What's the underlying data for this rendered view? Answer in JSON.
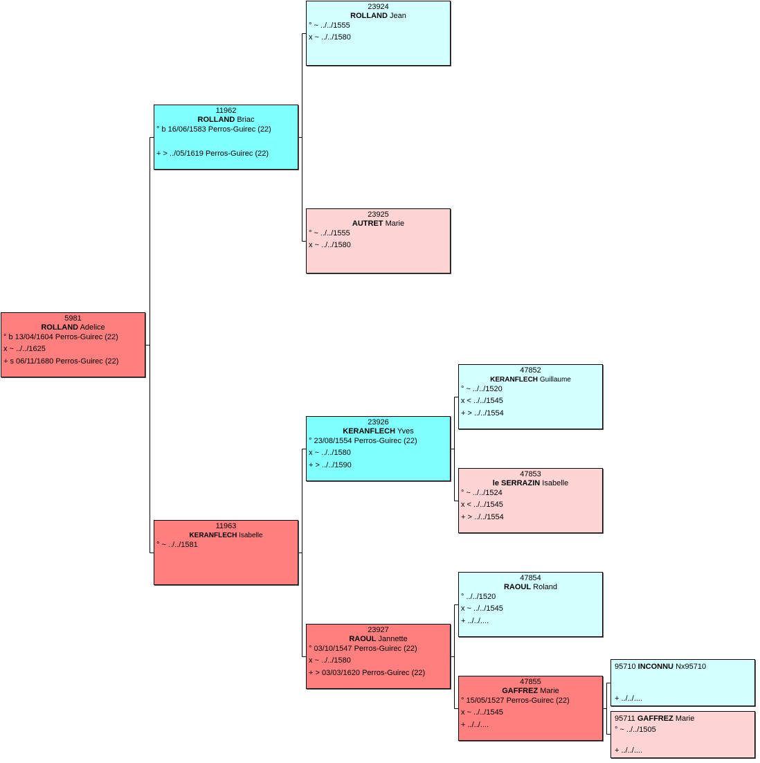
{
  "persons": {
    "p5981": {
      "num": "5981",
      "surname": "ROLLAND",
      "given": "Adelice",
      "birth": "° b 13/04/1604 Perros-Guirec (22)",
      "marriage": "x ~ ../../1625",
      "death": "+ s 06/11/1680 Perros-Guirec (22)"
    },
    "p11962": {
      "num": "11962",
      "surname": "ROLLAND",
      "given": "Briac",
      "birth": "° b 16/06/1583 Perros-Guirec (22)",
      "death": "+ > ../05/1619 Perros-Guirec (22)"
    },
    "p11963": {
      "num": "11963",
      "surname": "KERANFLECH",
      "given": "Isabelle",
      "birth": "° ~ ../../1581"
    },
    "p23924": {
      "num": "23924",
      "surname": "ROLLAND",
      "given": "Jean",
      "birth": "° ~ ../../1555",
      "marriage": "x ~ ../../1580"
    },
    "p23925": {
      "num": "23925",
      "surname": "AUTRET",
      "given": "Marie",
      "birth": "° ~ ../../1555",
      "marriage": "x ~ ../../1580"
    },
    "p23926": {
      "num": "23926",
      "surname": "KERANFLECH",
      "given": "Yves",
      "birth": "° 23/08/1554 Perros-Guirec (22)",
      "marriage": "x ~ ../../1580",
      "death": "+ > ../../1590"
    },
    "p23927": {
      "num": "23927",
      "surname": "RAOUL",
      "given": "Jannette",
      "birth": "° 03/10/1547 Perros-Guirec (22)",
      "marriage": "x ~ ../../1580",
      "death": "+ > 03/03/1620 Perros-Guirec (22)"
    },
    "p47852": {
      "num": "47852",
      "surname": "KERANFLECH",
      "given": "Guillaume",
      "birth": "° ~ ../../1520",
      "marriage": "x < ../../1545",
      "death": "+ > ../../1554"
    },
    "p47853": {
      "num": "47853",
      "surname": "le SERRAZIN",
      "given": "Isabelle",
      "birth": "° ~ ../../1524",
      "marriage": "x < ../../1545",
      "death": "+ > ../../1554"
    },
    "p47854": {
      "num": "47854",
      "surname": "RAOUL",
      "given": "Roland",
      "birth": "° ../../1520",
      "marriage": "x ~ ../../1545",
      "death": "+ ../../...."
    },
    "p47855": {
      "num": "47855",
      "surname": "GAFFREZ",
      "given": "Marie",
      "birth": "° 15/05/1527 Perros-Guirec (22)",
      "marriage": "x ~ ../../1545",
      "death": "+ ../../...."
    },
    "p95710": {
      "num": "95710",
      "surname": "INCONNU",
      "given": "Nx95710",
      "death": "+ ../../...."
    },
    "p95711": {
      "num": "95711",
      "surname": "GAFFREZ",
      "given": "Marie",
      "birth": "° ~ ../../1505",
      "death": "+ ../../...."
    }
  },
  "colors": {
    "male_direct": "#80ffff",
    "male_other": "#d2ffff",
    "female_direct": "#ff7f7f",
    "female_other": "#ffd4d4"
  }
}
